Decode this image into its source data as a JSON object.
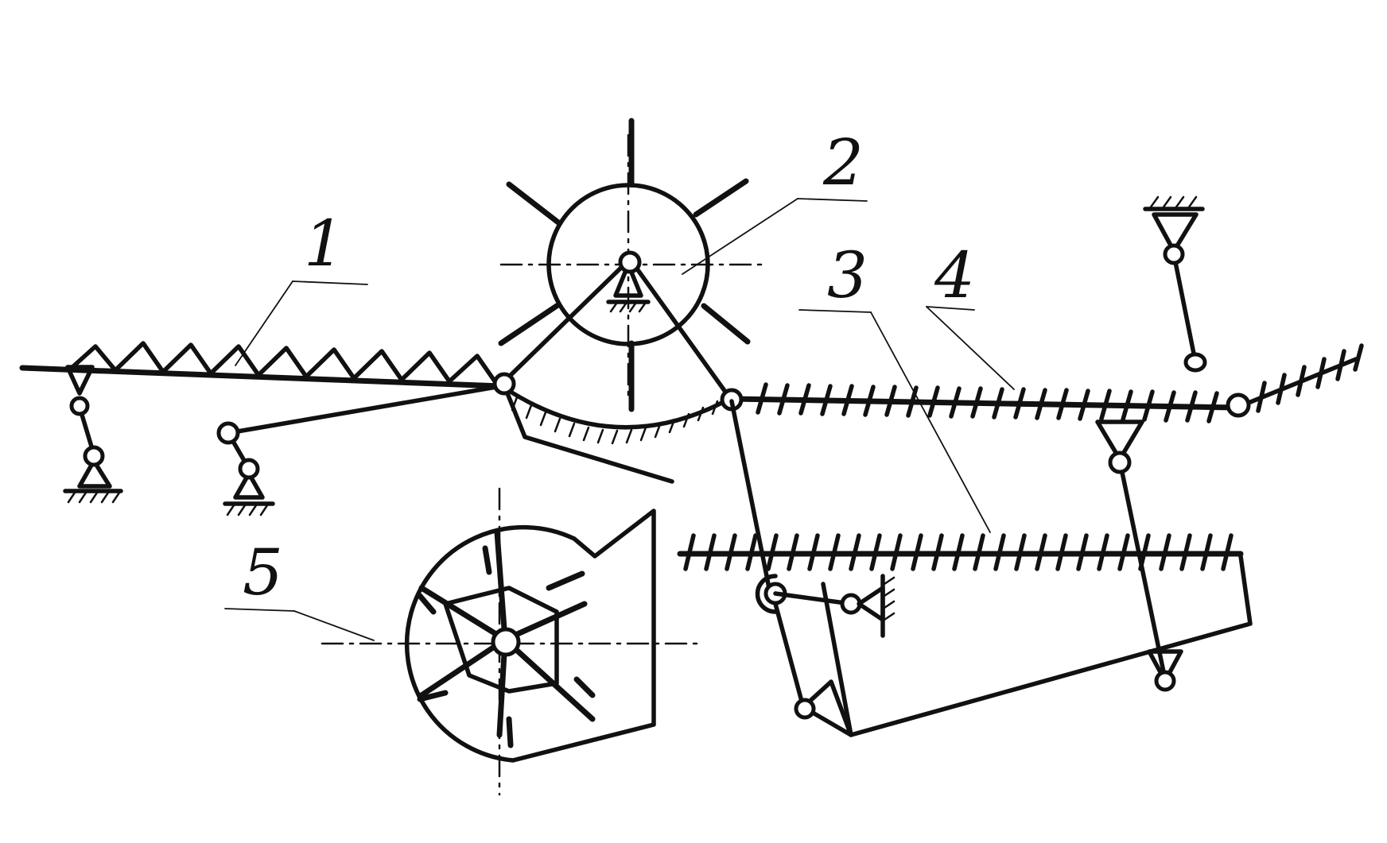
{
  "diagram": {
    "labels": [
      {
        "id": "1",
        "text": "1"
      },
      {
        "id": "2",
        "text": "2"
      },
      {
        "id": "3",
        "text": "3"
      },
      {
        "id": "4",
        "text": "4"
      },
      {
        "id": "5",
        "text": "5"
      }
    ],
    "ink_color": "#111111",
    "background": "#ffffff"
  }
}
